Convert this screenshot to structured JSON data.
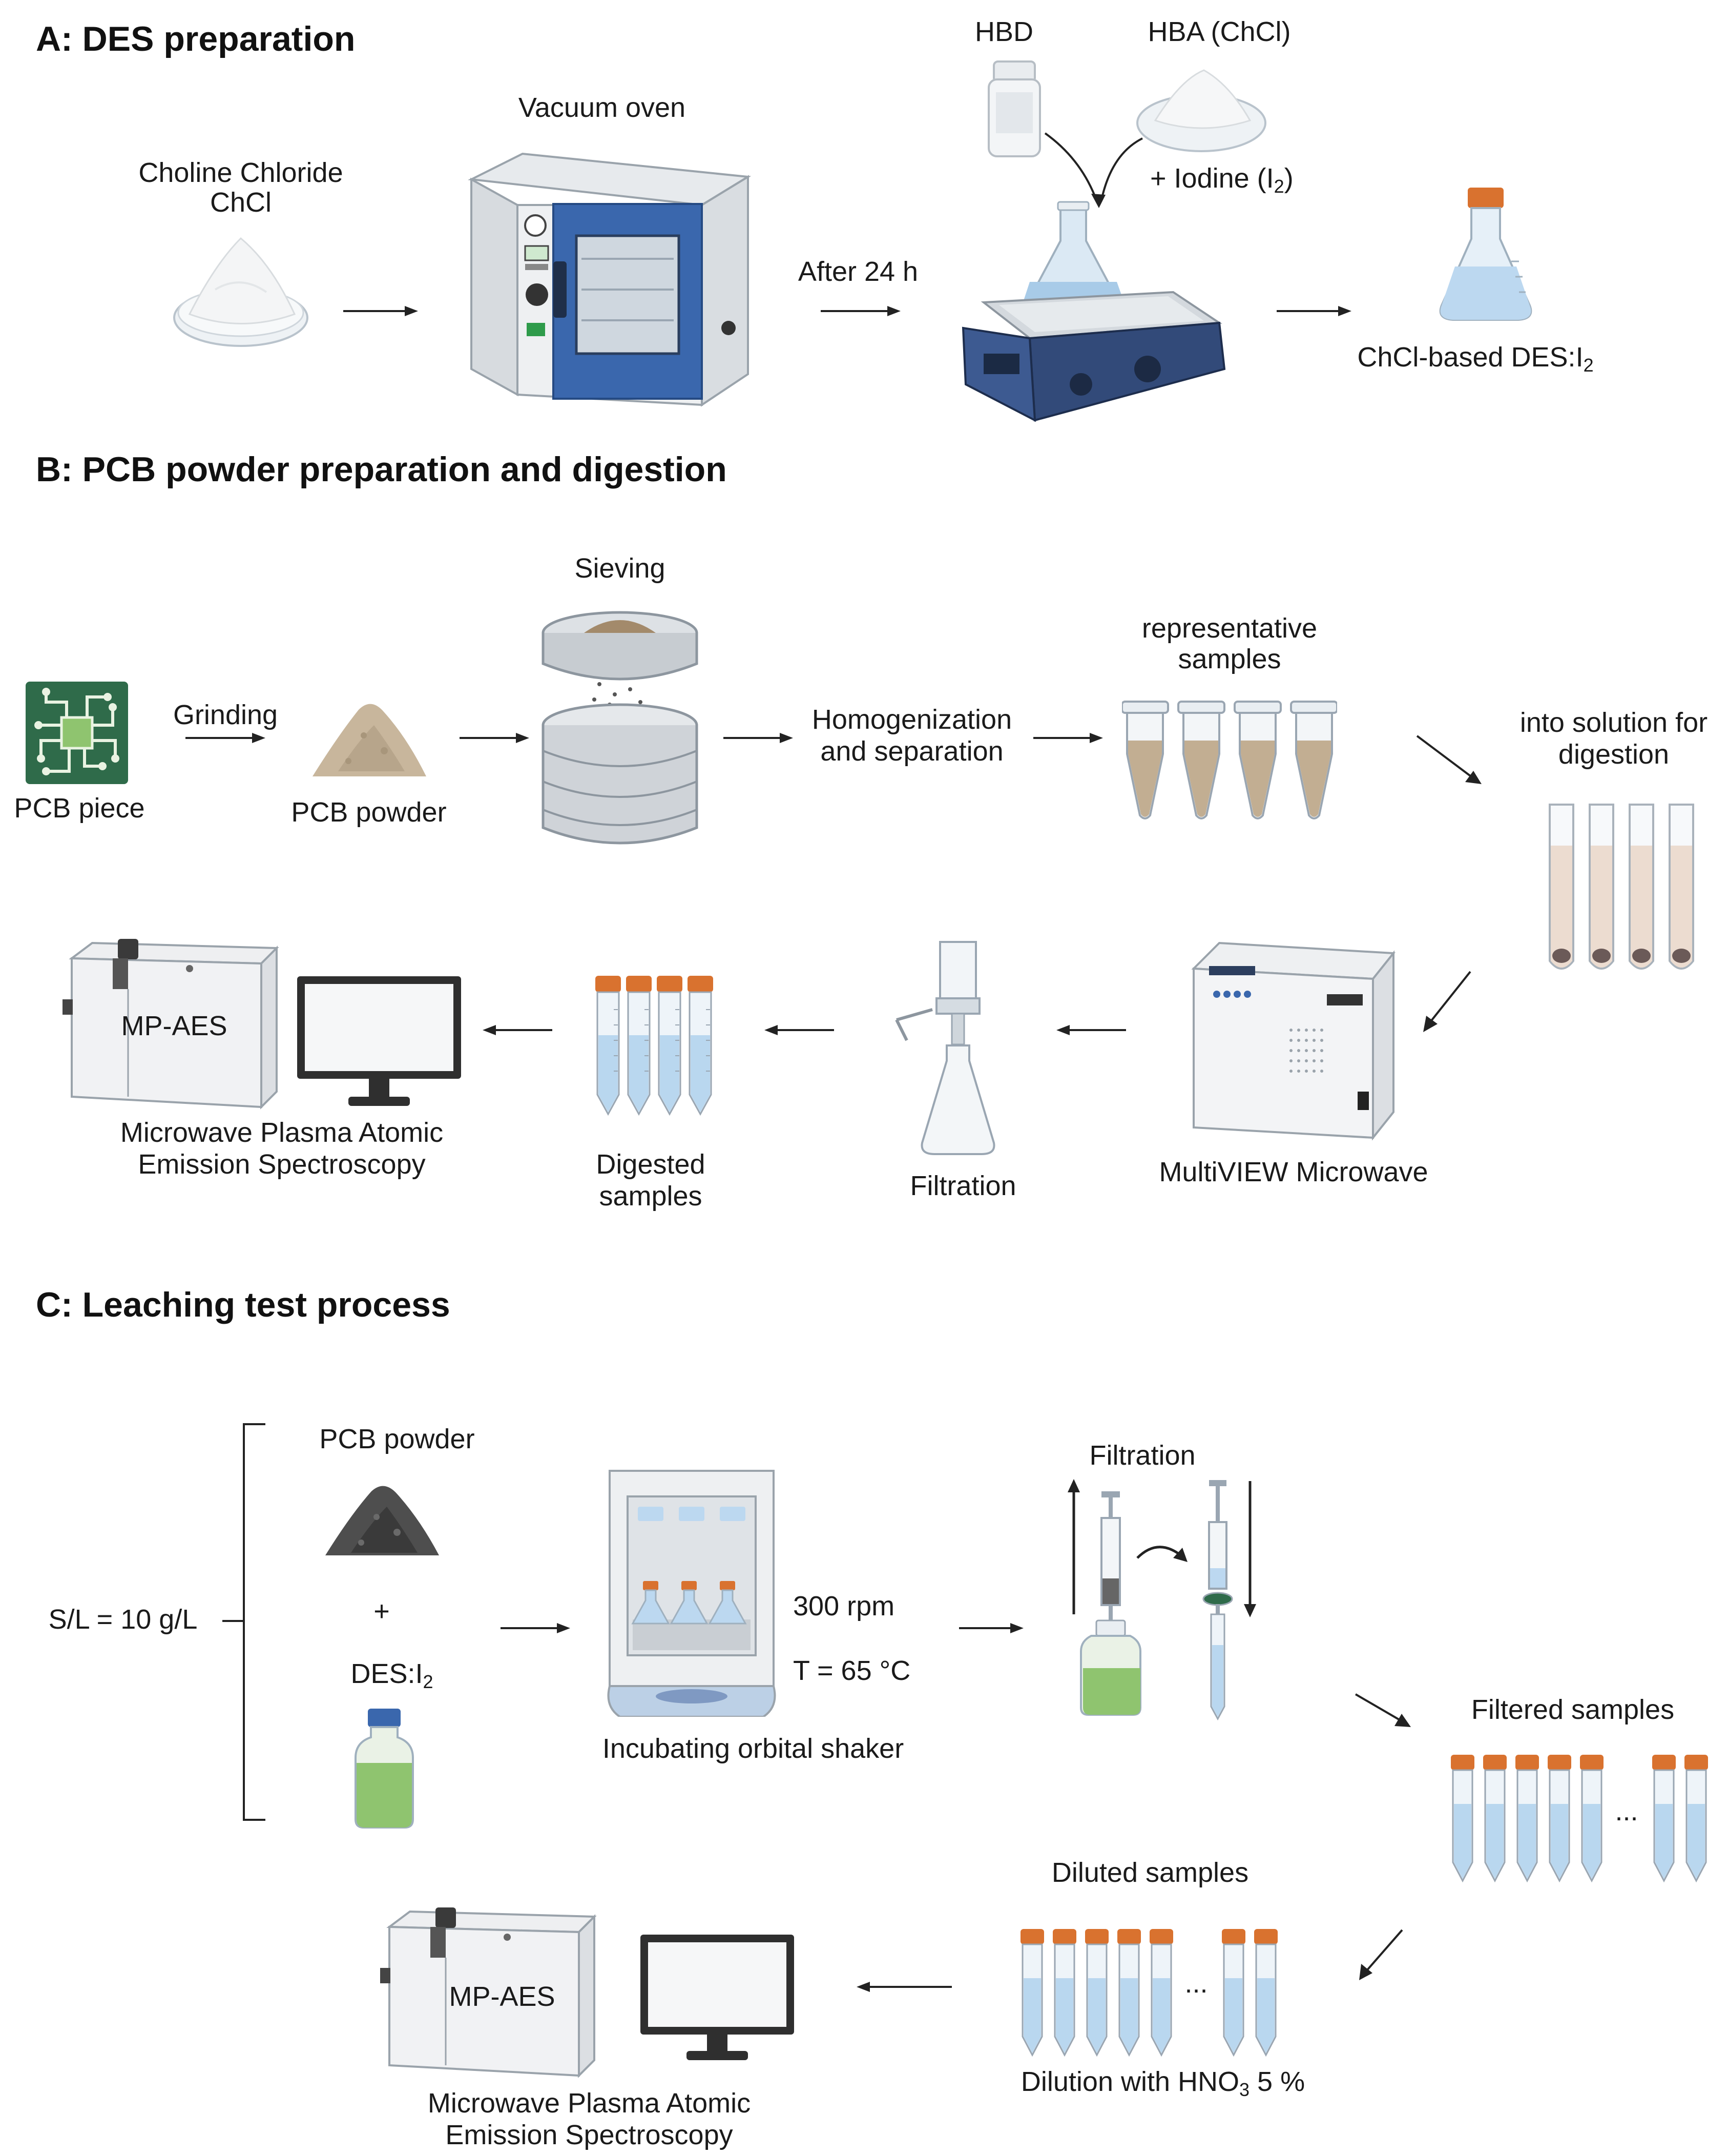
{
  "sections": {
    "a": "A: DES preparation",
    "b": "B: PCB powder preparation and digestion",
    "c": "C: Leaching test process"
  },
  "a": {
    "chcl_l1": "Choline Chloride",
    "chcl_l2": "ChCl",
    "vacuum_oven": "Vacuum oven",
    "after_24h": "After 24 h",
    "hbd": "HBD",
    "hba": "HBA (ChCl)",
    "iodine": "+ Iodine (I",
    "iodine_sub": "2",
    "iodine_end": ")",
    "product": "ChCl-based DES:I",
    "product_sub": "2"
  },
  "b": {
    "pcb_piece": "PCB piece",
    "grinding": "Grinding",
    "pcb_powder": "PCB powder",
    "sieving": "Sieving",
    "homog_l1": "Homogenization",
    "homog_l2": "and separation",
    "rep_l1": "representative",
    "rep_l2": "samples",
    "into_l1": "into solution for",
    "into_l2": "digestion",
    "multiview": "MultiVIEW Microwave",
    "filtration": "Filtration",
    "digested_l1": "Digested",
    "digested_l2": "samples",
    "mpaes": "MP-AES",
    "mpaes_l1": "Microwave Plasma Atomic",
    "mpaes_l2": "Emission Spectroscopy"
  },
  "c": {
    "sl": "S/L = 10 g/L",
    "pcb_powder": "PCB powder",
    "plus": "+",
    "des": "DES:I",
    "des_sub": "2",
    "rpm": "300 rpm",
    "temp": "T = 65 °C",
    "shaker": "Incubating orbital shaker",
    "filtration": "Filtration",
    "filtered": "Filtered samples",
    "ellipsis": "...",
    "diluted": "Diluted samples",
    "dilution": "Dilution with HNO",
    "dilution_sub": "3",
    "dilution_end": " 5 %",
    "mpaes": "MP-AES",
    "mpaes_l1": "Microwave Plasma Atomic",
    "mpaes_l2": "Emission Spectroscopy"
  },
  "colors": {
    "oven_blue": "#3a67ad",
    "liquid_blue": "#cfe3f3",
    "tube_cap": "#d9722f",
    "pcb_green": "#2f6b4a",
    "powder_tan": "#b7a58b",
    "dark_powder": "#4e4e4e",
    "green_liquid": "#8fc46f"
  },
  "icons": [
    "powder-dish-icon",
    "vacuum-oven-icon",
    "hbd-bottle-icon",
    "hba-dish-icon",
    "hotplate-stirrer-icon",
    "erlenmeyer-flask-icon",
    "pcb-chip-icon",
    "tan-powder-icon",
    "sieve-stack-icon",
    "eppendorf-tubes-icon",
    "test-tubes-icon",
    "microwave-digester-icon",
    "vacuum-filtration-icon",
    "falcon-tubes-icon",
    "mp-aes-instrument-icon",
    "monitor-icon",
    "dark-powder-icon",
    "green-bottle-icon",
    "orbital-shaker-icon",
    "syringe-filter-icon"
  ]
}
